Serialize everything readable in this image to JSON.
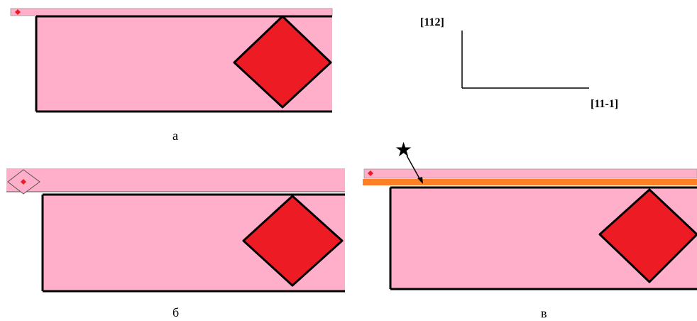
{
  "colors": {
    "background": "#ffffff",
    "layer_fill": "#ffafc9",
    "inclusion_fill": "#ed1c24",
    "outline": "#000000",
    "interlayer_fill": "#ff7f27"
  },
  "axes": {
    "vertical_label": "[112]",
    "horizontal_label": "[11-1]"
  },
  "panels": {
    "a": {
      "label": "а"
    },
    "b": {
      "label": "б"
    },
    "v": {
      "label": "в"
    }
  },
  "marker": {
    "icon": "star-icon",
    "glyph": "★"
  }
}
